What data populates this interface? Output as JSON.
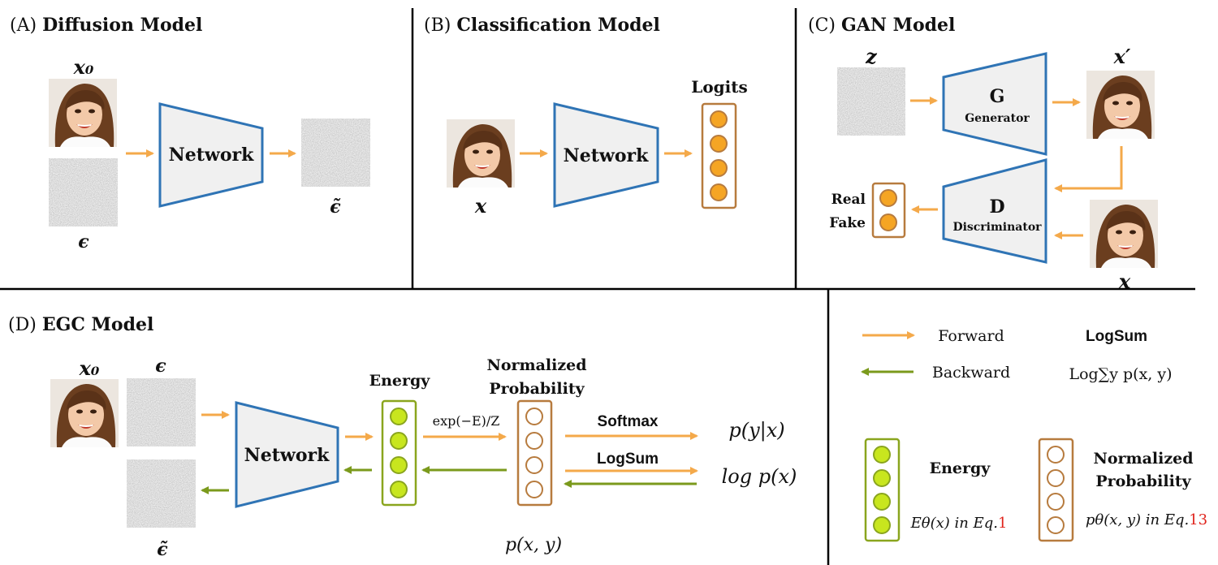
{
  "panels": {
    "a": {
      "title_prefix": "(A)",
      "title_bold": "Diffusion Model",
      "x0": "x₀",
      "eps": "ϵ",
      "network": "Network",
      "eps_tilde": "ϵ̃"
    },
    "b": {
      "title_prefix": "(B)",
      "title_bold": "Classification Model",
      "logits": "Logits",
      "x": "x",
      "network": "Network"
    },
    "c": {
      "title_prefix": "(C)",
      "title_bold": "GAN Model",
      "z": "z",
      "x_prime": "x′",
      "g": "G",
      "generator": "Generator",
      "d": "D",
      "discriminator": "Discriminator",
      "real": "Real",
      "fake": "Fake",
      "x": "x"
    },
    "d": {
      "title_prefix": "(D)",
      "title_bold": "EGC Model",
      "x0": "x₀",
      "eps": "ϵ",
      "eps_tilde": "ϵ̃",
      "network": "Network",
      "energy": "Energy",
      "normalized_line1": "Normalized",
      "normalized_line2": "Probability",
      "exp": "exp(−E)/Z",
      "softmax": "Softmax",
      "logsum": "LogSum",
      "p_y_given_x": "p(y|x)",
      "log_p_x": "log p(x)",
      "p_xy": "p(x, y)"
    }
  },
  "legend": {
    "forward": "Forward",
    "backward": "Backward",
    "logsum_title": "LogSum",
    "logsum_formula": "Log∑y p(x, y)",
    "energy": "Energy",
    "energy_eq_prefix": "Eθ(x) in Eq.",
    "energy_eq_num": "1",
    "norm_line1": "Normalized",
    "norm_line2": "Probability",
    "norm_eq_prefix": "pθ(x, y) in Eq.",
    "norm_eq_num": "13"
  },
  "colors": {
    "forward": "#f4a94a",
    "backward": "#7b9a1c",
    "network_stroke": "#2f74b5",
    "network_fill": "#f0f0f0",
    "orange_fill": "#f5a524",
    "orange_stroke": "#b77b3e",
    "green_fill": "#c8e61e",
    "green_stroke": "#8aa51e",
    "ref_red": "#e0231b",
    "noise": "#7d7d7d"
  }
}
